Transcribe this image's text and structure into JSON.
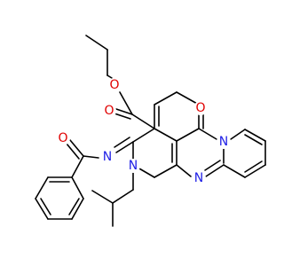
{
  "structure": {
    "atoms": [
      {
        "id": "O1",
        "label": "O",
        "element": "O"
      },
      {
        "id": "O2",
        "label": "O",
        "element": "O"
      },
      {
        "id": "O3",
        "label": "O",
        "element": "O"
      },
      {
        "id": "O4",
        "label": "O",
        "element": "O"
      },
      {
        "id": "N1",
        "label": "N",
        "element": "N"
      },
      {
        "id": "N2",
        "label": "N",
        "element": "N"
      },
      {
        "id": "N3",
        "label": "N",
        "element": "N"
      },
      {
        "id": "N4",
        "label": "N",
        "element": "N"
      }
    ],
    "colors": {
      "bond": "#000000",
      "oxygen": "#e00000",
      "nitrogen": "#1f1fe6",
      "background": "#ffffff"
    }
  }
}
